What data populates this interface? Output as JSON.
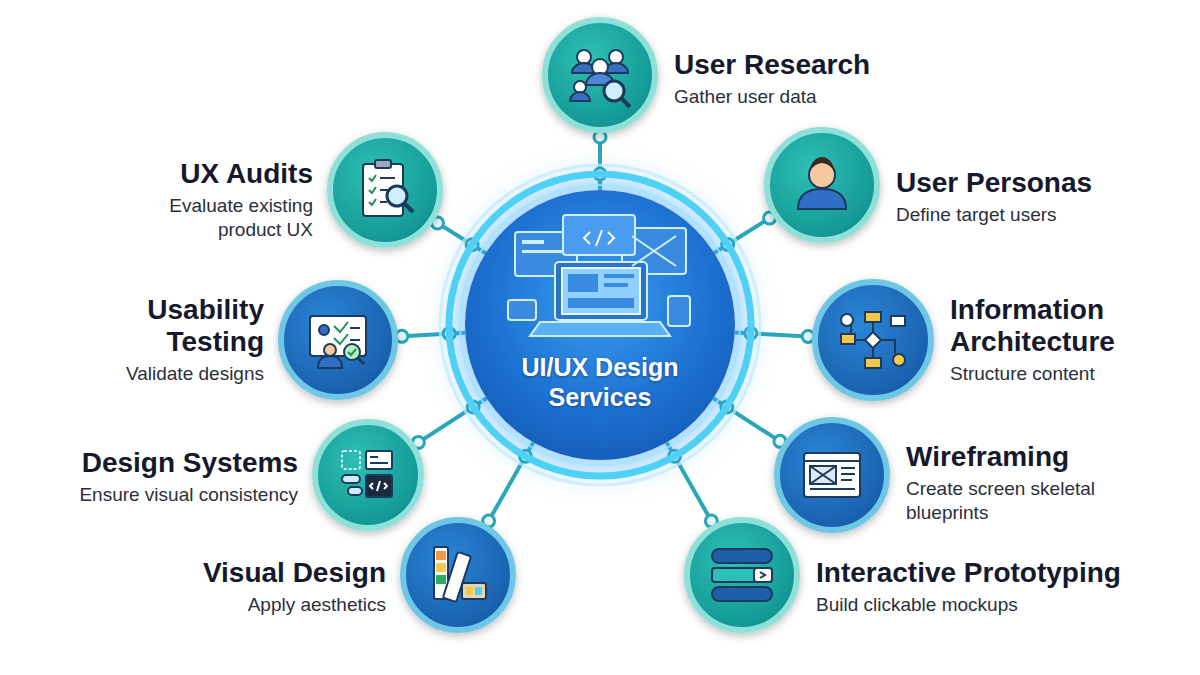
{
  "diagram": {
    "nodes": [
      {
        "text": [
          "UI/UX Design Services"
        ]
      },
      {
        "text": [
          "User Research",
          "Gather user data"
        ]
      },
      {
        "text": [
          "User Personas",
          "Define target users"
        ]
      },
      {
        "text": [
          "Information Architecture",
          "Structure content"
        ]
      },
      {
        "text": [
          "Wireframing",
          "Create screen skeletal blueprints"
        ]
      },
      {
        "text": [
          "Interactive Prototyping",
          "Build clickable mockups"
        ]
      },
      {
        "text": [
          "Visual Design",
          "Apply aesthetics"
        ]
      },
      {
        "text": [
          "Design Systems",
          "Ensure visual consistency"
        ]
      },
      {
        "text": [
          "Usability Testing",
          "Validate designs"
        ]
      },
      {
        "text": [
          "UX Audits",
          "Evaluate existing product UX"
        ]
      }
    ],
    "edges": [
      {
        "from": 0,
        "to": 1,
        "arrow": "none"
      },
      {
        "from": 0,
        "to": 2,
        "arrow": "none"
      },
      {
        "from": 0,
        "to": 3,
        "arrow": "none"
      },
      {
        "from": 0,
        "to": 4,
        "arrow": "none"
      },
      {
        "from": 0,
        "to": 5,
        "arrow": "none"
      },
      {
        "from": 0,
        "to": 6,
        "arrow": "none"
      },
      {
        "from": 0,
        "to": 7,
        "arrow": "none"
      },
      {
        "from": 0,
        "to": 8,
        "arrow": "none"
      },
      {
        "from": 0,
        "to": 9,
        "arrow": "none"
      }
    ]
  }
}
